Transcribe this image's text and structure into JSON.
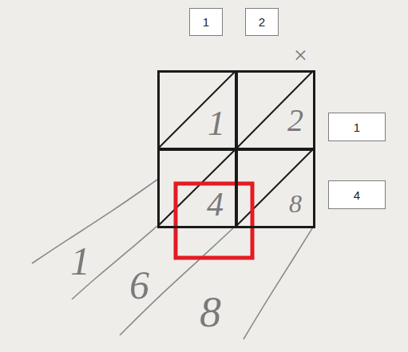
{
  "diagram": {
    "nodes": [
      {
        "text": [
          "1"
        ]
      },
      {
        "text": [
          "2"
        ]
      },
      {
        "text": [
          "1"
        ]
      },
      {
        "text": [
          "2"
        ]
      },
      {
        "text": [
          "1"
        ]
      },
      {
        "text": [
          "4"
        ]
      },
      {
        "text": [
          "8"
        ]
      },
      {
        "text": [
          "4"
        ]
      }
    ],
    "labels": [
      "×",
      "1",
      "6",
      "8"
    ]
  }
}
